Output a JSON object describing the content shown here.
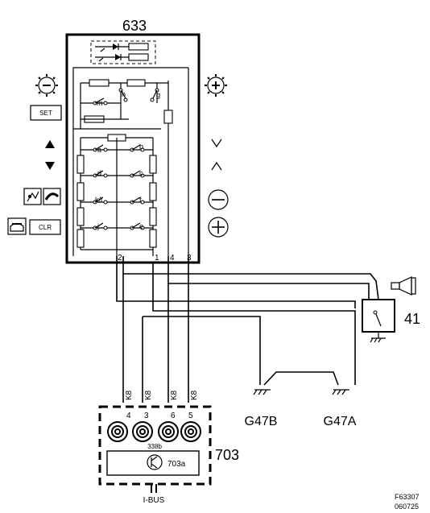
{
  "components": {
    "unit_633": "633",
    "unit_703": "703",
    "unit_703a": "703a",
    "horn_41": "41",
    "g47b": "G47B",
    "g47a": "G47A",
    "ibus": "I-BUS"
  },
  "buttons": {
    "set": "SET",
    "clr": "CLR"
  },
  "switch_letters": {
    "m": "m",
    "h": "h",
    "g": "g",
    "a": "a",
    "b": "b",
    "d": "d",
    "c": "c",
    "kl": "k/l",
    "f": "f",
    "j": "j",
    "e": "e"
  },
  "pins_633": {
    "p2": "2",
    "p1": "1",
    "p4": "4",
    "p3": "3"
  },
  "pins_703": {
    "p4": "4",
    "p3": "3",
    "p6": "6",
    "p5": "5"
  },
  "wire_colors": {
    "k8_1": "K8",
    "k8_2": "K8",
    "k8_3": "K8",
    "k8_4": "K8"
  },
  "connector_703": "338b",
  "figure": {
    "code": "F63307",
    "date": "060725"
  }
}
